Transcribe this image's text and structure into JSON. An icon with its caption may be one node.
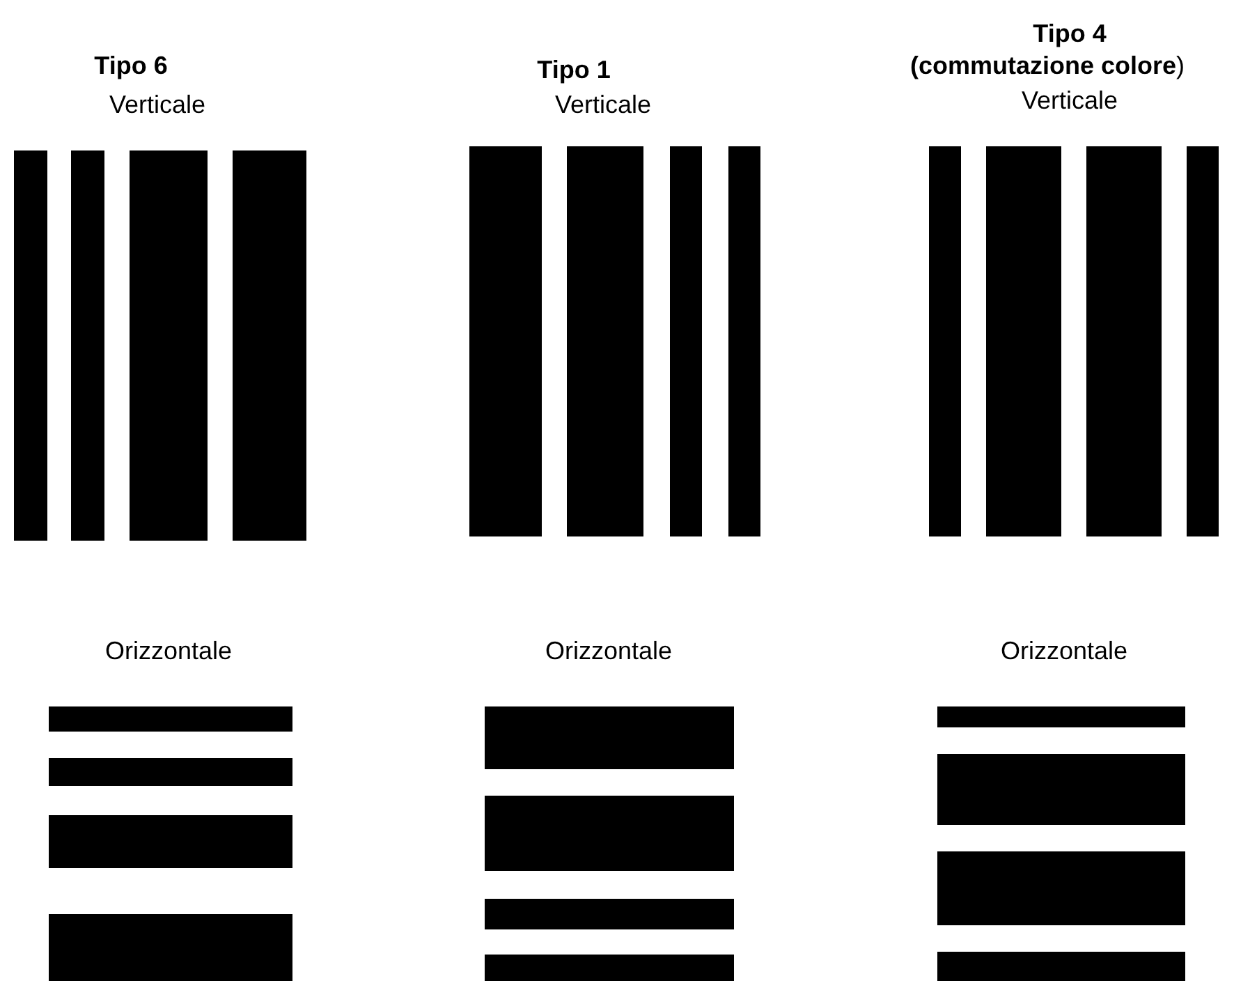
{
  "diagram": {
    "labels": [
      "Tipo 6",
      "Tipo 1",
      "Tipo 4",
      "**(commutazione colore**)",
      "Verticale",
      "Verticale",
      "Verticale",
      "Orizzontale",
      "Orizzontale",
      "Orizzontale"
    ]
  }
}
